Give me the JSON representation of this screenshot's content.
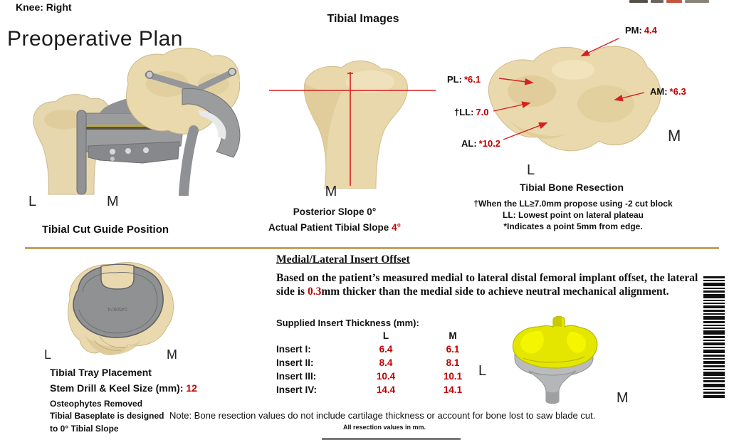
{
  "page": {
    "knee_label": "Knee: Right",
    "title": "Preoperative Plan"
  },
  "cut_guide": {
    "caption": "Tibial Cut Guide Position",
    "label_l": "L",
    "label_m": "M"
  },
  "tibial_images": {
    "title": "Tibial Images",
    "label_m": "M",
    "posterior_slope": "Posterior Slope 0°",
    "actual_slope_prefix": "Actual Patient Tibial Slope ",
    "actual_slope_value": "4°"
  },
  "bone_resection": {
    "caption": "Tibial Bone Resection",
    "label_l": "L",
    "label_m": "M",
    "measurements": [
      {
        "label": "PM:",
        "value": "4.4"
      },
      {
        "label": "PL:",
        "value": "*6.1"
      },
      {
        "label": "AM:",
        "value": "*6.3"
      },
      {
        "label": "†LL:",
        "value": "7.0"
      },
      {
        "label": "AL:",
        "value": "*10.2"
      }
    ],
    "footnotes": [
      "†When the LL≥7.0mm propose using -2 cut block",
      "LL: Lowest point on lateral plateau",
      "*Indicates a point 5mm from edge."
    ]
  },
  "tray_placement": {
    "label_l": "L",
    "label_m": "M",
    "part_number": "0450874",
    "caption": "Tibial Tray Placement",
    "stem_label": "Stem Drill & Keel Size (mm): ",
    "stem_value": "12",
    "note1": "Osteophytes Removed",
    "note2": "Tibial Baseplate is designed",
    "note3": "to 0° Tibial Slope"
  },
  "insert_offset": {
    "heading": "Medial/Lateral Insert Offset",
    "body_pre": "Based on the patient’s measured medial to lateral distal femoral implant offset, the lateral side is ",
    "body_highlight": "0.3",
    "body_post": "mm thicker than the medial side to achieve neutral mechanical alignment."
  },
  "insert_table": {
    "title": "Supplied Insert Thickness (mm):",
    "columns": [
      "L",
      "M"
    ],
    "rows": [
      {
        "label": "Insert I:",
        "l": "6.4",
        "m": "6.1"
      },
      {
        "label": "Insert II:",
        "l": "8.4",
        "m": "8.1"
      },
      {
        "label": "Insert III:",
        "l": "10.4",
        "m": "10.1"
      },
      {
        "label": "Insert IV:",
        "l": "14.4",
        "m": "14.1"
      }
    ]
  },
  "implant": {
    "label_l": "L",
    "label_m": "M"
  },
  "footer": {
    "note": "Note: Bone resection values do not include cartilage thickness or account for bone lost to saw blade cut.",
    "units": "All resection values in mm."
  },
  "colors": {
    "accent_red": "#c00000",
    "arrow_red": "#d42222",
    "divider_tan": "#c8a063",
    "bone_tan": "#e7d7ae",
    "instrument_grey": "#97999c",
    "implant_yellow": "#e4e600"
  }
}
